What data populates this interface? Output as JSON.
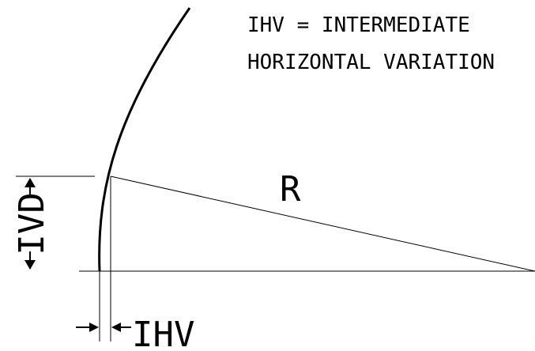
{
  "note": {
    "line1": "IHV = INTERMEDIATE",
    "line2": "HORIZONTAL VARIATION"
  },
  "labels": {
    "radius": "R",
    "vertical_dimension": "IVD",
    "horizontal_dimension": "IHV"
  },
  "colors": {
    "stroke": "#000000",
    "background": "#ffffff"
  }
}
